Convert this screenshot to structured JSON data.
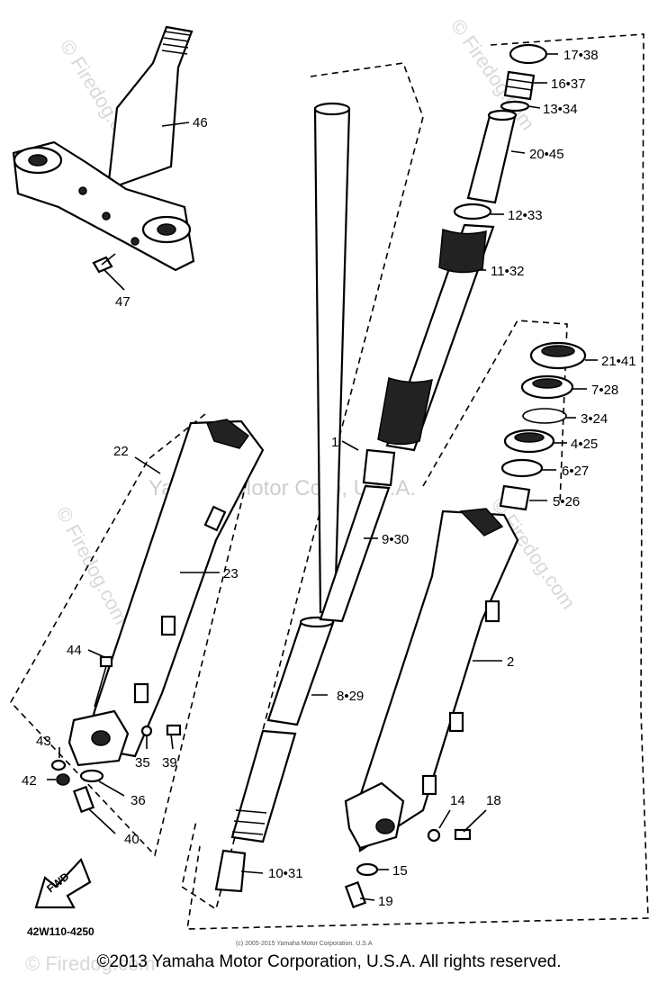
{
  "reference_code": "42W110-4250",
  "fwd_label": "FWD",
  "fine_print": "(c) 2005-2015 Yamaha Motor Corporation. U.S.A",
  "copyright": "©2013 Yamaha Motor Corporation, U.S.A. All rights reserved.",
  "watermarks": {
    "center": "Yamaha Motor Corp, U.S.A.",
    "left": "© Firedog.com",
    "top": "© Firedog.com",
    "right": "© Firedog.com",
    "upper_right": "© Firedog.com",
    "bottom": "© Firedog.com"
  },
  "callouts": [
    {
      "id": "c46",
      "text": "46"
    },
    {
      "id": "c47",
      "text": "47"
    },
    {
      "id": "c22",
      "text": "22"
    },
    {
      "id": "c23",
      "text": "23"
    },
    {
      "id": "c44",
      "text": "44"
    },
    {
      "id": "c43",
      "text": "43"
    },
    {
      "id": "c35",
      "text": "35"
    },
    {
      "id": "c39",
      "text": "39"
    },
    {
      "id": "c42",
      "text": "42"
    },
    {
      "id": "c36",
      "text": "36"
    },
    {
      "id": "c40",
      "text": "40"
    },
    {
      "id": "c1",
      "text": "1"
    },
    {
      "id": "c9",
      "text": "9•30"
    },
    {
      "id": "c8",
      "text": "8•29"
    },
    {
      "id": "c10",
      "text": "10•31"
    },
    {
      "id": "c17",
      "text": "17•38"
    },
    {
      "id": "c16",
      "text": "16•37"
    },
    {
      "id": "c13",
      "text": "13•34"
    },
    {
      "id": "c20",
      "text": "20•45"
    },
    {
      "id": "c12",
      "text": "12•33"
    },
    {
      "id": "c11",
      "text": "11•32"
    },
    {
      "id": "c21",
      "text": "21•41"
    },
    {
      "id": "c7",
      "text": "7•28"
    },
    {
      "id": "c3",
      "text": "3•24"
    },
    {
      "id": "c4",
      "text": "4•25"
    },
    {
      "id": "c6",
      "text": "6•27"
    },
    {
      "id": "c5",
      "text": "5•26"
    },
    {
      "id": "c2",
      "text": "2"
    },
    {
      "id": "c14",
      "text": "14"
    },
    {
      "id": "c18",
      "text": "18"
    },
    {
      "id": "c15",
      "text": "15"
    },
    {
      "id": "c19",
      "text": "19"
    }
  ]
}
